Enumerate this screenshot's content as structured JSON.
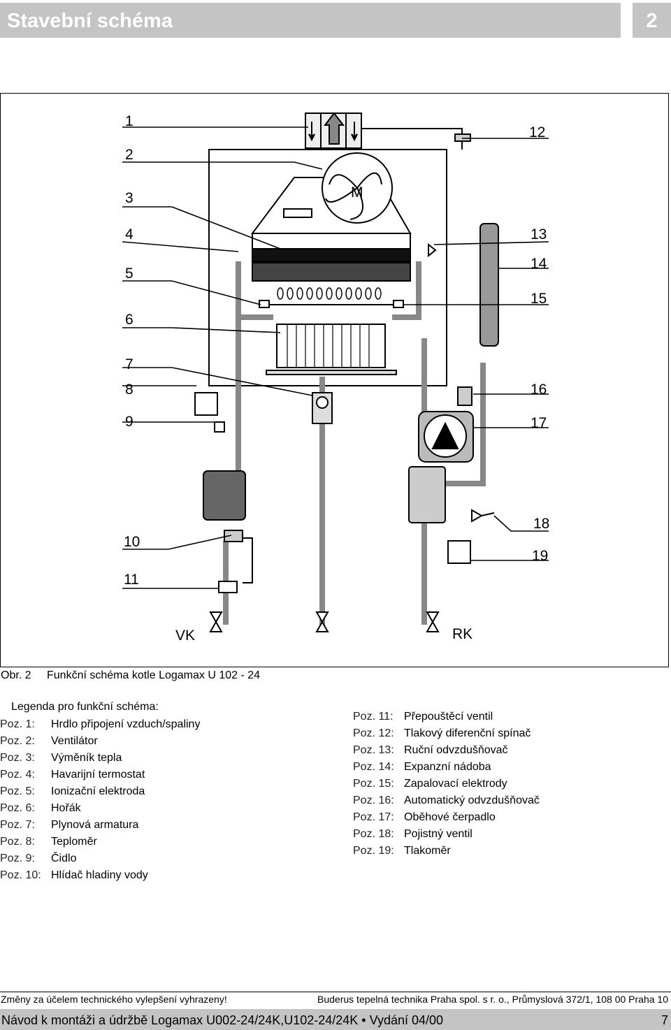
{
  "header": {
    "title": "Stavební schéma",
    "section": "2"
  },
  "figure": {
    "numbers": [
      "1",
      "2",
      "3",
      "4",
      "5",
      "6",
      "7",
      "8",
      "9",
      "10",
      "11",
      "12",
      "13",
      "14",
      "15",
      "16",
      "17",
      "18",
      "19"
    ],
    "vk": "VK",
    "rk": "RK",
    "fan_label": "M"
  },
  "caption": {
    "label": "Obr. 2",
    "text": "Funkční schéma kotle Logamax U 102 - 24"
  },
  "legend": {
    "title": "Legenda pro funkční schéma:",
    "left": [
      {
        "key": "Poz. 1:",
        "text": "Hrdlo připojení vzduch/spaliny"
      },
      {
        "key": "Poz. 2:",
        "text": "Ventilátor"
      },
      {
        "key": "Poz. 3:",
        "text": "Výměník tepla"
      },
      {
        "key": "Poz. 4:",
        "text": "Havarijní termostat"
      },
      {
        "key": "Poz. 5:",
        "text": "Ionizační elektroda"
      },
      {
        "key": "Poz. 6:",
        "text": "Hořák"
      },
      {
        "key": "Poz. 7:",
        "text": "Plynová armatura"
      },
      {
        "key": "Poz. 8:",
        "text": "Teploměr"
      },
      {
        "key": "Poz. 9:",
        "text": "Čidlo"
      },
      {
        "key": "Poz. 10:",
        "text": "Hlídač hladiny vody"
      }
    ],
    "right": [
      {
        "key": "Poz. 11:",
        "text": "Přepouštěcí ventil"
      },
      {
        "key": "Poz. 12:",
        "text": "Tlakový diferenční spínač"
      },
      {
        "key": "Poz. 13:",
        "text": "Ruční odvzdušňovač"
      },
      {
        "key": "Poz. 14:",
        "text": "Expanzní nádoba"
      },
      {
        "key": "Poz. 15:",
        "text": "Zapalovací elektrody"
      },
      {
        "key": "Poz. 16:",
        "text": "Automatický odvzdušňovač"
      },
      {
        "key": "Poz. 17:",
        "text": "Oběhové čerpadlo"
      },
      {
        "key": "Poz. 18:",
        "text": "Pojistný ventil"
      },
      {
        "key": "Poz. 19:",
        "text": "Tlakoměr"
      }
    ]
  },
  "footer": {
    "left": "Změny za účelem technického vylepšení vyhrazeny!",
    "right": "Buderus tepelná technika Praha spol. s r. o., Průmyslová 372/1, 108 00 Praha 10",
    "bottom": "Návod k montáži a údržbě Logamax U002-24/24K,U102-24/24K • Vydání 04/00",
    "page": "7"
  }
}
